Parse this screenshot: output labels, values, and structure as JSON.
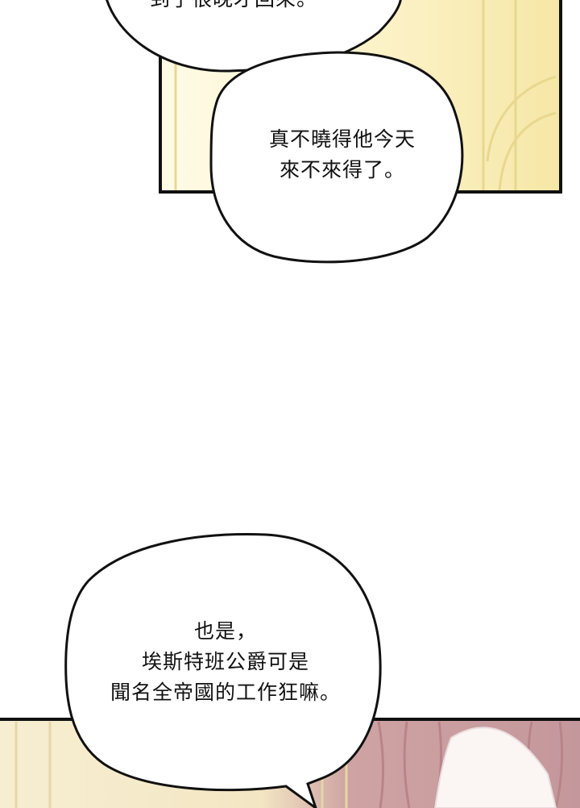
{
  "panels": [
    {
      "name": "upper-panel",
      "background": "#fbf3cf"
    },
    {
      "name": "lower-panel",
      "background": "#f4e9c8"
    }
  ],
  "bubbles": {
    "top": {
      "lines": [
        "到了很晚才回來。"
      ]
    },
    "middle": {
      "lines": [
        "真不曉得他今天",
        "來不來得了。"
      ]
    },
    "bottom": {
      "lines": [
        "也是，",
        "埃斯特班公爵可是",
        "聞名全帝國的工作狂嘛。"
      ]
    }
  },
  "colors": {
    "border": "#111111",
    "bubble_fill": "#ffffff",
    "curtain": "#c99a9e"
  }
}
